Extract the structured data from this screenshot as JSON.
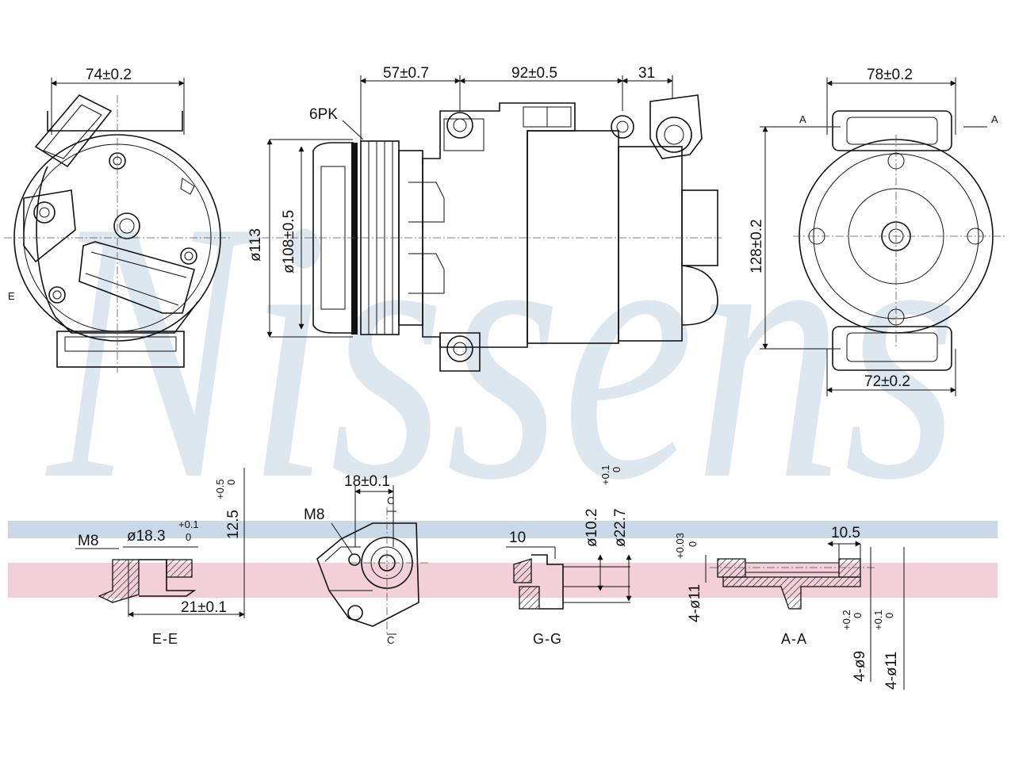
{
  "watermark": {
    "brand": "Nissens",
    "color": "#c9d9e8"
  },
  "bands": {
    "blue": "#c9d9e8",
    "pink": "#f2cfd9"
  },
  "front_view": {
    "dim_width": "74±0.2",
    "section_marker": "E"
  },
  "side_view": {
    "dim_57": "57±0.7",
    "dim_92": "92±0.5",
    "dim_31": "31",
    "belt": "6PK",
    "dia_113": "ø113",
    "dia_108": "ø108±0.5"
  },
  "rear_view": {
    "dim_top": "78±0.2",
    "dim_bottom": "72±0.2",
    "dim_height": "128±0.2",
    "section_left": "A",
    "section_right": "A"
  },
  "section_ee": {
    "title": "E-E",
    "thread": "M8",
    "dia": "ø18.3",
    "dia_tol_upper": "+0.1",
    "dia_tol_lower": "0",
    "height": "12.5",
    "height_tol_upper": "+0.5",
    "height_tol_lower": "0",
    "length": "21±0.1"
  },
  "detail_c": {
    "thread": "M8",
    "width": "18±0.1",
    "marker_top": "C",
    "marker_bottom": "C"
  },
  "section_gg": {
    "title": "G-G",
    "depth": "10",
    "dia_inner": "ø10.2",
    "dia_outer": "ø22.7",
    "dia_outer_tol_upper": "+0.1",
    "dia_outer_tol_lower": "0"
  },
  "section_aa": {
    "title": "A-A",
    "width": "10.5",
    "hole_a": "4-ø11",
    "hole_a_tol_upper": "+0.03",
    "hole_a_tol_lower": "0",
    "hole_b": "4-ø9",
    "hole_b_tol_upper": "+0.2",
    "hole_b_tol_lower": "0",
    "hole_c": "4-ø11",
    "hole_c_tol_upper": "+0.1",
    "hole_c_tol_lower": "0"
  }
}
